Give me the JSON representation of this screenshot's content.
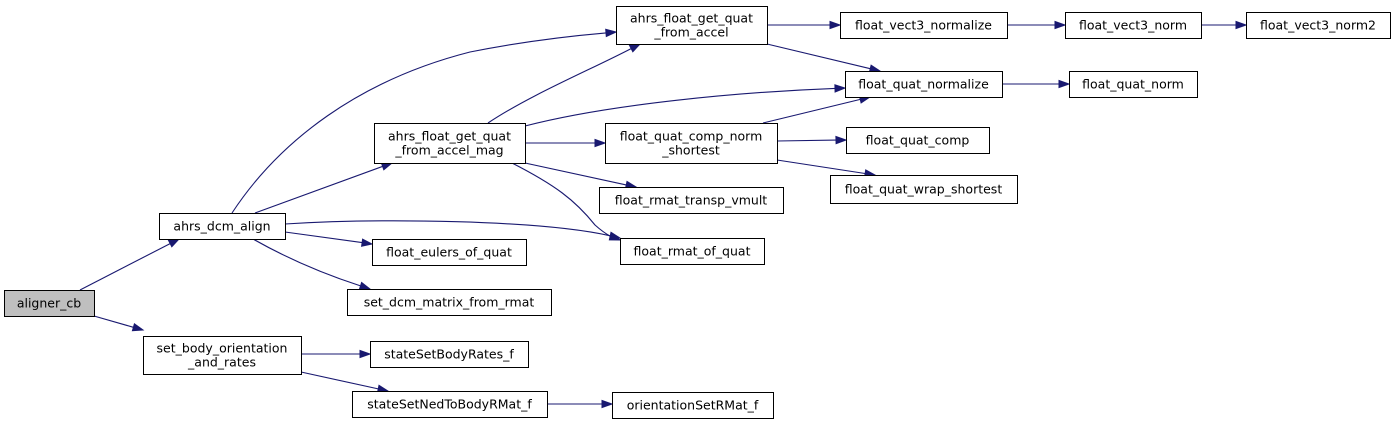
{
  "diagram": {
    "type": "call-graph",
    "colors": {
      "edge": "#191970",
      "root_fill": "#bfbfbf",
      "node_fill": "#ffffff",
      "border": "#000000"
    },
    "nodes": [
      {
        "id": "aligner_cb",
        "lines": [
          "aligner_cb"
        ],
        "root": true
      },
      {
        "id": "ahrs_dcm_align",
        "lines": [
          "ahrs_dcm_align"
        ]
      },
      {
        "id": "set_body_orientation_and_rates",
        "lines": [
          "set_body_orientation",
          "_and_rates"
        ]
      },
      {
        "id": "ahrs_float_get_quat_from_accel_mag",
        "lines": [
          "ahrs_float_get_quat",
          "_from_accel_mag"
        ]
      },
      {
        "id": "float_eulers_of_quat",
        "lines": [
          "float_eulers_of_quat"
        ]
      },
      {
        "id": "set_dcm_matrix_from_rmat",
        "lines": [
          "set_dcm_matrix_from_rmat"
        ]
      },
      {
        "id": "stateSetBodyRates_f",
        "lines": [
          "stateSetBodyRates_f"
        ]
      },
      {
        "id": "stateSetNedToBodyRMat_f",
        "lines": [
          "stateSetNedToBodyRMat_f"
        ]
      },
      {
        "id": "ahrs_float_get_quat_from_accel",
        "lines": [
          "ahrs_float_get_quat",
          "_from_accel"
        ]
      },
      {
        "id": "float_quat_comp_norm_shortest",
        "lines": [
          "float_quat_comp_norm",
          "_shortest"
        ]
      },
      {
        "id": "float_rmat_transp_vmult",
        "lines": [
          "float_rmat_transp_vmult"
        ]
      },
      {
        "id": "float_rmat_of_quat",
        "lines": [
          "float_rmat_of_quat"
        ]
      },
      {
        "id": "orientationSetRMat_f",
        "lines": [
          "orientationSetRMat_f"
        ]
      },
      {
        "id": "float_vect3_normalize",
        "lines": [
          "float_vect3_normalize"
        ]
      },
      {
        "id": "float_quat_normalize",
        "lines": [
          "float_quat_normalize"
        ]
      },
      {
        "id": "float_quat_comp",
        "lines": [
          "float_quat_comp"
        ]
      },
      {
        "id": "float_quat_wrap_shortest",
        "lines": [
          "float_quat_wrap_shortest"
        ]
      },
      {
        "id": "float_vect3_norm",
        "lines": [
          "float_vect3_norm"
        ]
      },
      {
        "id": "float_quat_norm",
        "lines": [
          "float_quat_norm"
        ]
      },
      {
        "id": "float_vect3_norm2",
        "lines": [
          "float_vect3_norm2"
        ]
      }
    ],
    "edges": [
      {
        "from": "aligner_cb",
        "to": "ahrs_dcm_align"
      },
      {
        "from": "aligner_cb",
        "to": "set_body_orientation_and_rates"
      },
      {
        "from": "ahrs_dcm_align",
        "to": "ahrs_float_get_quat_from_accel"
      },
      {
        "from": "ahrs_dcm_align",
        "to": "ahrs_float_get_quat_from_accel_mag"
      },
      {
        "from": "ahrs_dcm_align",
        "to": "float_rmat_of_quat"
      },
      {
        "from": "ahrs_dcm_align",
        "to": "float_eulers_of_quat"
      },
      {
        "from": "ahrs_dcm_align",
        "to": "set_dcm_matrix_from_rmat"
      },
      {
        "from": "ahrs_float_get_quat_from_accel_mag",
        "to": "ahrs_float_get_quat_from_accel"
      },
      {
        "from": "ahrs_float_get_quat_from_accel_mag",
        "to": "float_quat_normalize"
      },
      {
        "from": "ahrs_float_get_quat_from_accel_mag",
        "to": "float_quat_comp_norm_shortest"
      },
      {
        "from": "ahrs_float_get_quat_from_accel_mag",
        "to": "float_rmat_transp_vmult"
      },
      {
        "from": "ahrs_float_get_quat_from_accel_mag",
        "to": "float_rmat_of_quat"
      },
      {
        "from": "ahrs_float_get_quat_from_accel",
        "to": "float_vect3_normalize"
      },
      {
        "from": "ahrs_float_get_quat_from_accel",
        "to": "float_quat_normalize"
      },
      {
        "from": "float_vect3_normalize",
        "to": "float_vect3_norm"
      },
      {
        "from": "float_vect3_norm",
        "to": "float_vect3_norm2"
      },
      {
        "from": "float_quat_normalize",
        "to": "float_quat_norm"
      },
      {
        "from": "float_quat_comp_norm_shortest",
        "to": "float_quat_normalize"
      },
      {
        "from": "float_quat_comp_norm_shortest",
        "to": "float_quat_comp"
      },
      {
        "from": "float_quat_comp_norm_shortest",
        "to": "float_quat_wrap_shortest"
      },
      {
        "from": "set_body_orientation_and_rates",
        "to": "stateSetBodyRates_f"
      },
      {
        "from": "set_body_orientation_and_rates",
        "to": "stateSetNedToBodyRMat_f"
      },
      {
        "from": "stateSetNedToBodyRMat_f",
        "to": "orientationSetRMat_f"
      }
    ]
  }
}
